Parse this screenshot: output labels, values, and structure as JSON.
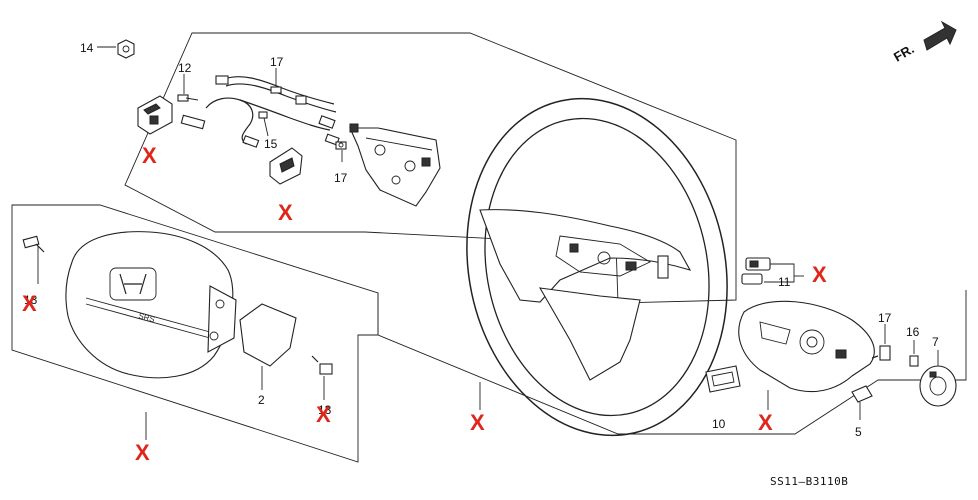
{
  "diagram": {
    "drawing_code": "SS11–B3110B",
    "direction": "FR.",
    "labels": {
      "l14": "14",
      "l12": "12",
      "l17a": "17",
      "l15": "15",
      "l17b": "17",
      "l13a": "13",
      "l2": "2",
      "l13b": "13",
      "l11": "11",
      "l17c": "17",
      "l16": "16",
      "l7": "7",
      "l10": "10",
      "l5": "5"
    },
    "removed_mark": "X",
    "accent_color": "#e0261b"
  }
}
